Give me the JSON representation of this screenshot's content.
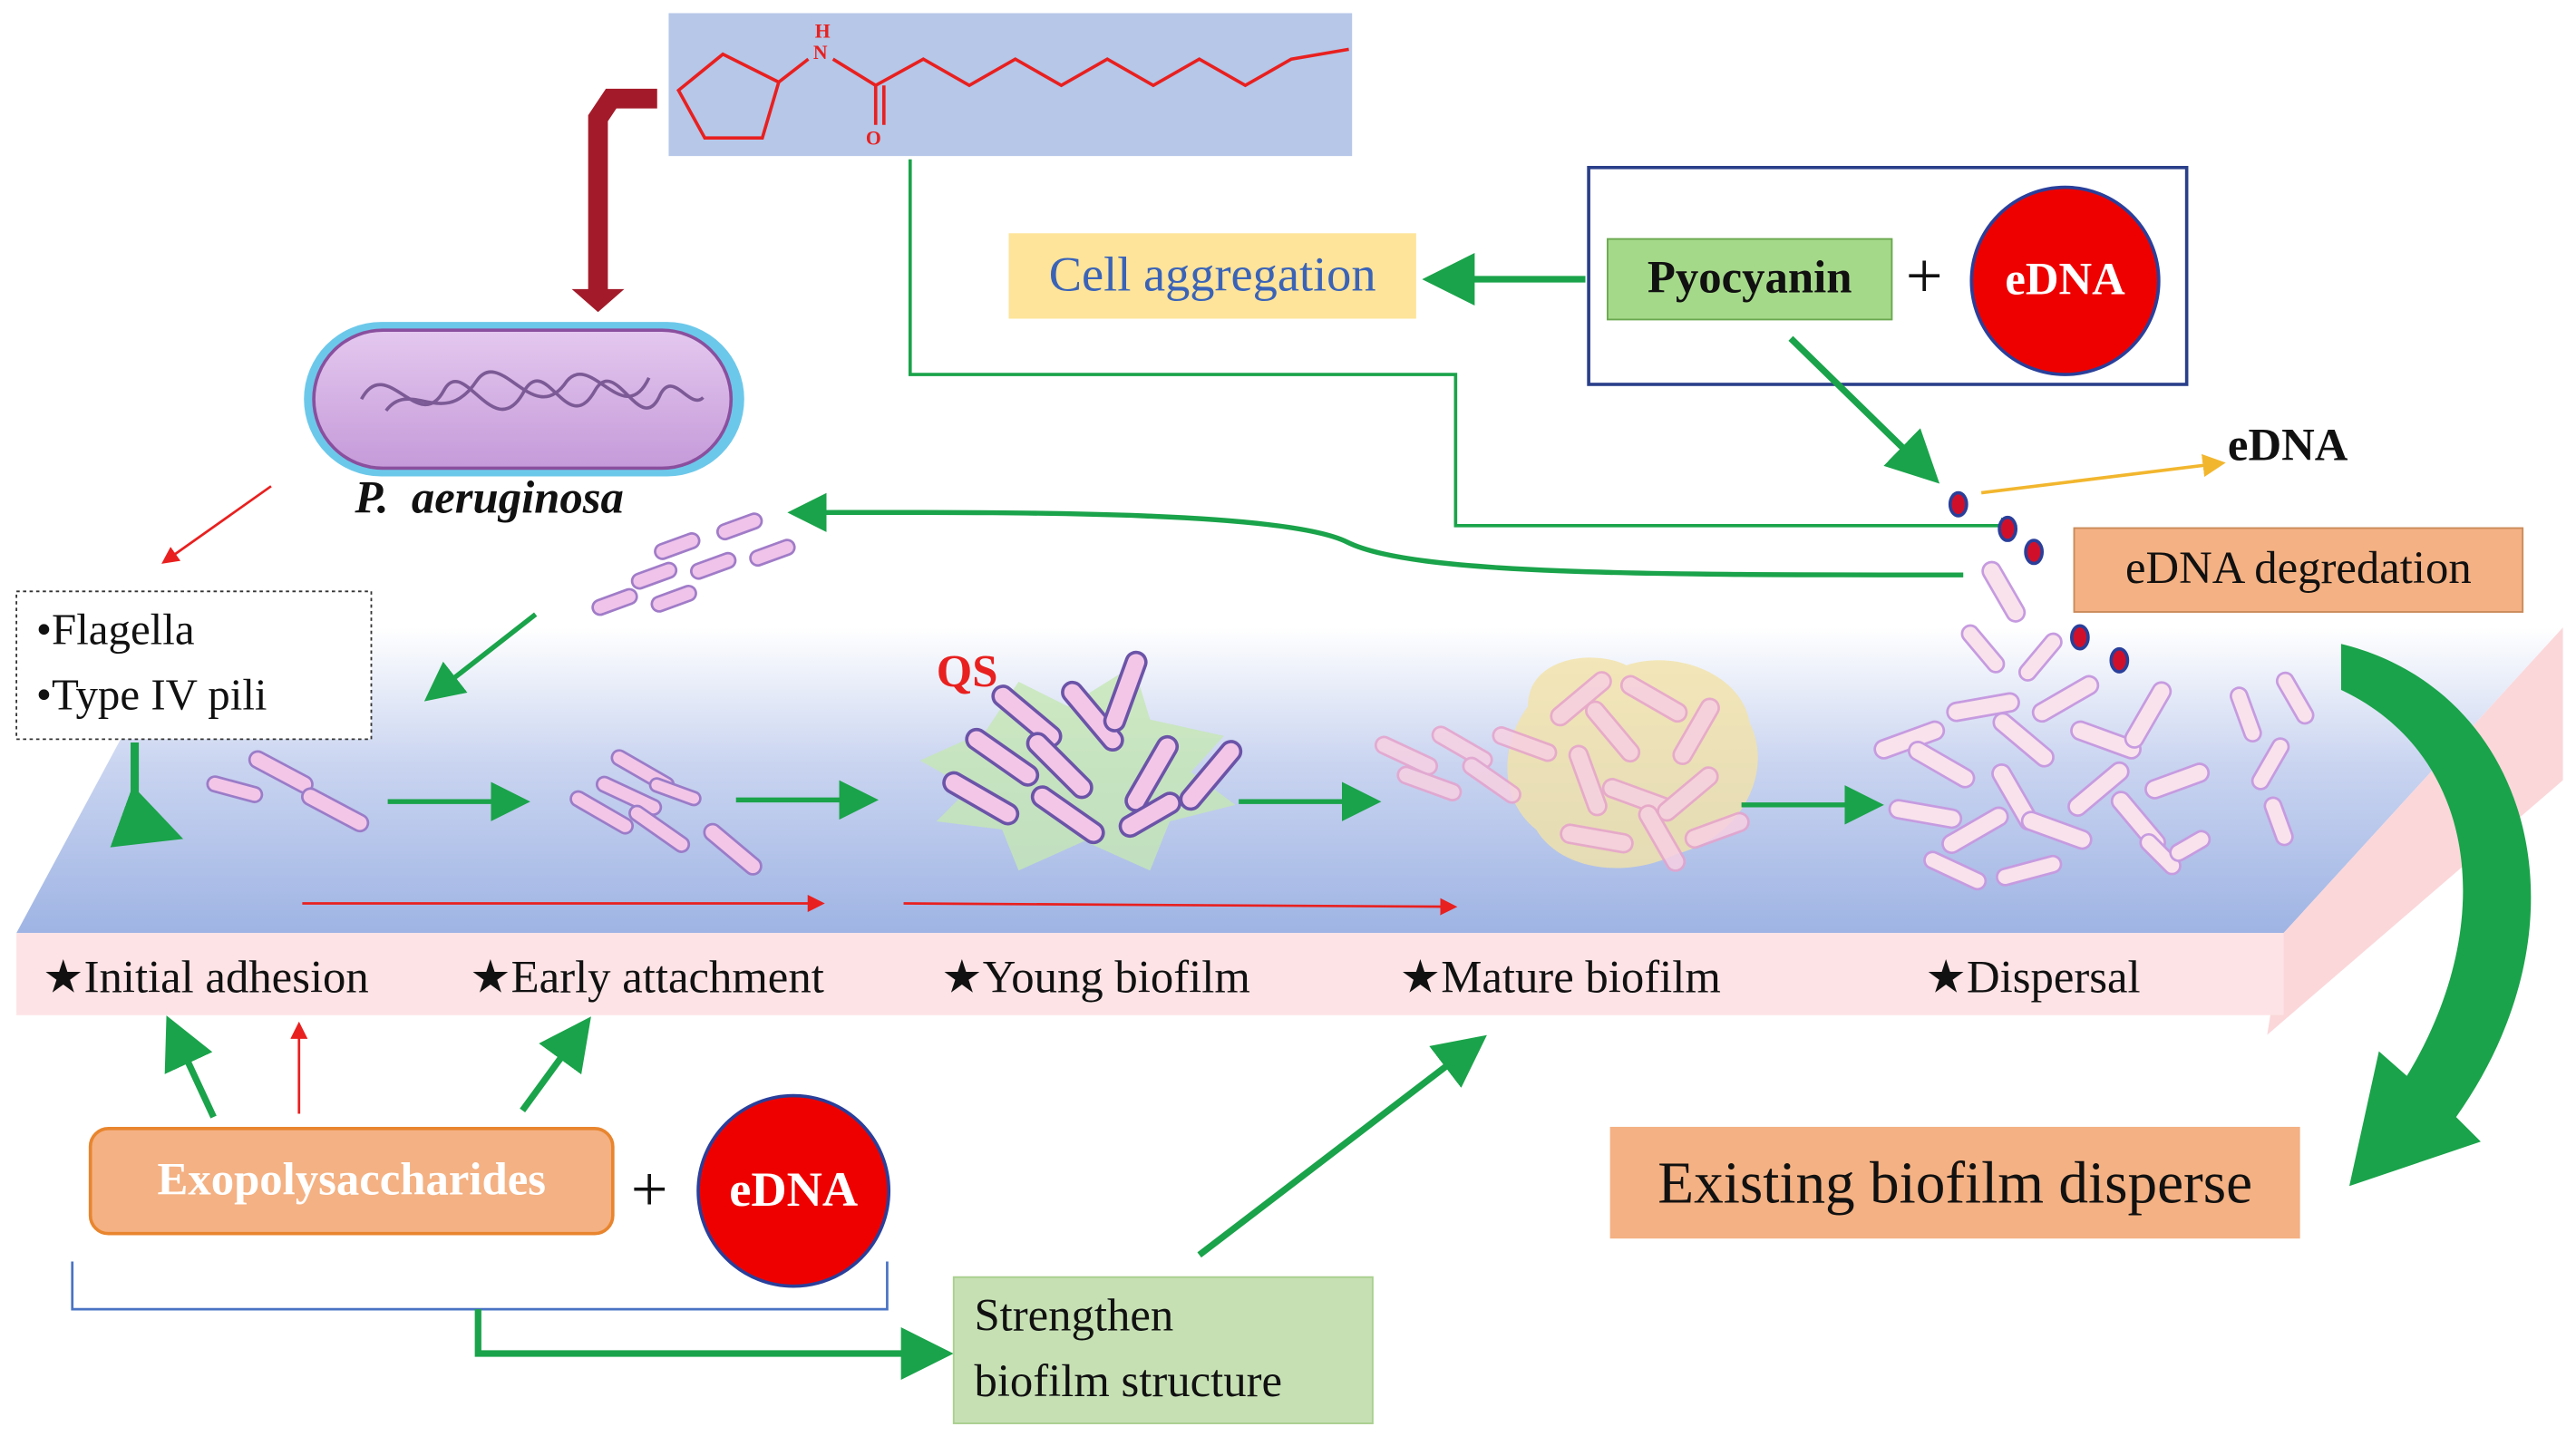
{
  "molecule": {
    "atom_h": "H",
    "atom_n": "N",
    "atom_o": "O"
  },
  "organism": {
    "name": "P.  aeruginosa"
  },
  "appendages": {
    "items": [
      "•Flagella",
      "•Type IV pili"
    ]
  },
  "labels": {
    "cell_aggregation": "Cell aggregation",
    "pyocyanin": "Pyocyanin",
    "plus": "+",
    "edna": "eDNA",
    "edna_released": "eDNA",
    "edna_degradation": "eDNA degredation",
    "qs": "QS",
    "existing_disperse": "Existing biofilm disperse",
    "exopolysaccharides": "Exopolysaccharides",
    "strengthen_line1": "Strengthen",
    "strengthen_line2": "biofilm structure"
  },
  "stages": [
    "★Initial adhesion",
    "★Early attachment",
    "★Young biofilm",
    "★Mature biofilm",
    "★Dispersal"
  ],
  "colors": {
    "green_arrow": "#1aa34a",
    "red_arrow": "#e8201f",
    "dark_red_arrow": "#a31b2a",
    "yellow_arrow": "#f2b62e",
    "molecule_bg": "#b6c7e8",
    "aggregation_bg": "#fde49a",
    "pyocyanin_bg": "#a5d98a",
    "degradation_bg": "#f4b183",
    "strengthen_bg": "#c6e0b4",
    "edna_red": "#ee0000",
    "band": "#fde3e5",
    "bacteria": "#f3c6e8"
  }
}
